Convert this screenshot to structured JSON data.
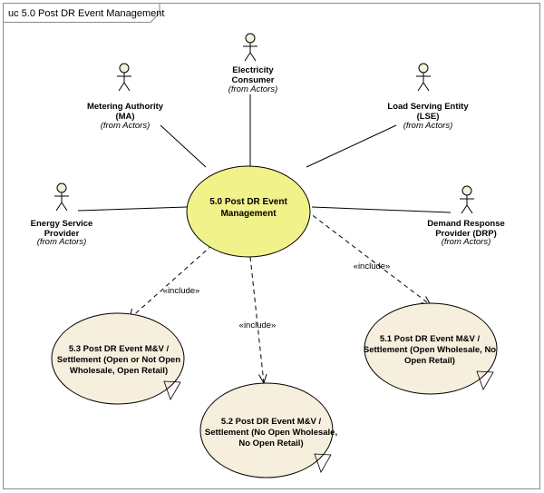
{
  "frame": {
    "title": "uc 5.0 Post DR Event Management"
  },
  "actors": [
    {
      "id": "consumer",
      "name_lines": [
        "Electricity",
        "Consumer"
      ],
      "from": "(from Actors)"
    },
    {
      "id": "metering",
      "name_lines": [
        "Metering Authority",
        "(MA)"
      ],
      "from": "(from Actors)"
    },
    {
      "id": "lse",
      "name_lines": [
        "Load Serving Entity",
        "(LSE)"
      ],
      "from": "(from Actors)"
    },
    {
      "id": "esp",
      "name_lines": [
        "Energy Service",
        "Provider"
      ],
      "from": "(from Actors)"
    },
    {
      "id": "drp",
      "name_lines": [
        "Demand Response",
        "Provider (DRP)"
      ],
      "from": "(from Actors)"
    }
  ],
  "use_cases": {
    "main": {
      "lines": [
        "5.0 Post DR Event",
        "Management"
      ]
    },
    "uc53": {
      "lines": [
        "5.3 Post DR Event M&V /",
        "Settlement (Open or Not Open",
        "Wholesale, Open Retail)"
      ]
    },
    "uc52": {
      "lines": [
        "5.2 Post DR Event M&V /",
        "Settlement (No Open Wholesale,",
        "No Open Retail)"
      ]
    },
    "uc51": {
      "lines": [
        "5.1 Post DR Event M&V /",
        "Settlement (Open Wholesale, No",
        "Open Retail)"
      ]
    }
  },
  "include_label": "«include»"
}
